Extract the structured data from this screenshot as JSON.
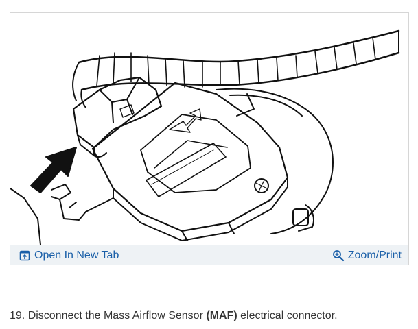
{
  "figure": {
    "open_tab_label": "Open In New Tab",
    "zoom_label": "Zoom/Print",
    "icons": {
      "open_tab": "open-in-new-tab-icon",
      "zoom": "zoom-magnifier-icon"
    },
    "colors": {
      "link": "#1a5fa8",
      "bar_bg": "#eef2f5"
    }
  },
  "caption": {
    "prefix": "19. Disconnect the Mass Airflow Sensor ",
    "bold": "(MAF)",
    "suffix": " electrical connector."
  }
}
